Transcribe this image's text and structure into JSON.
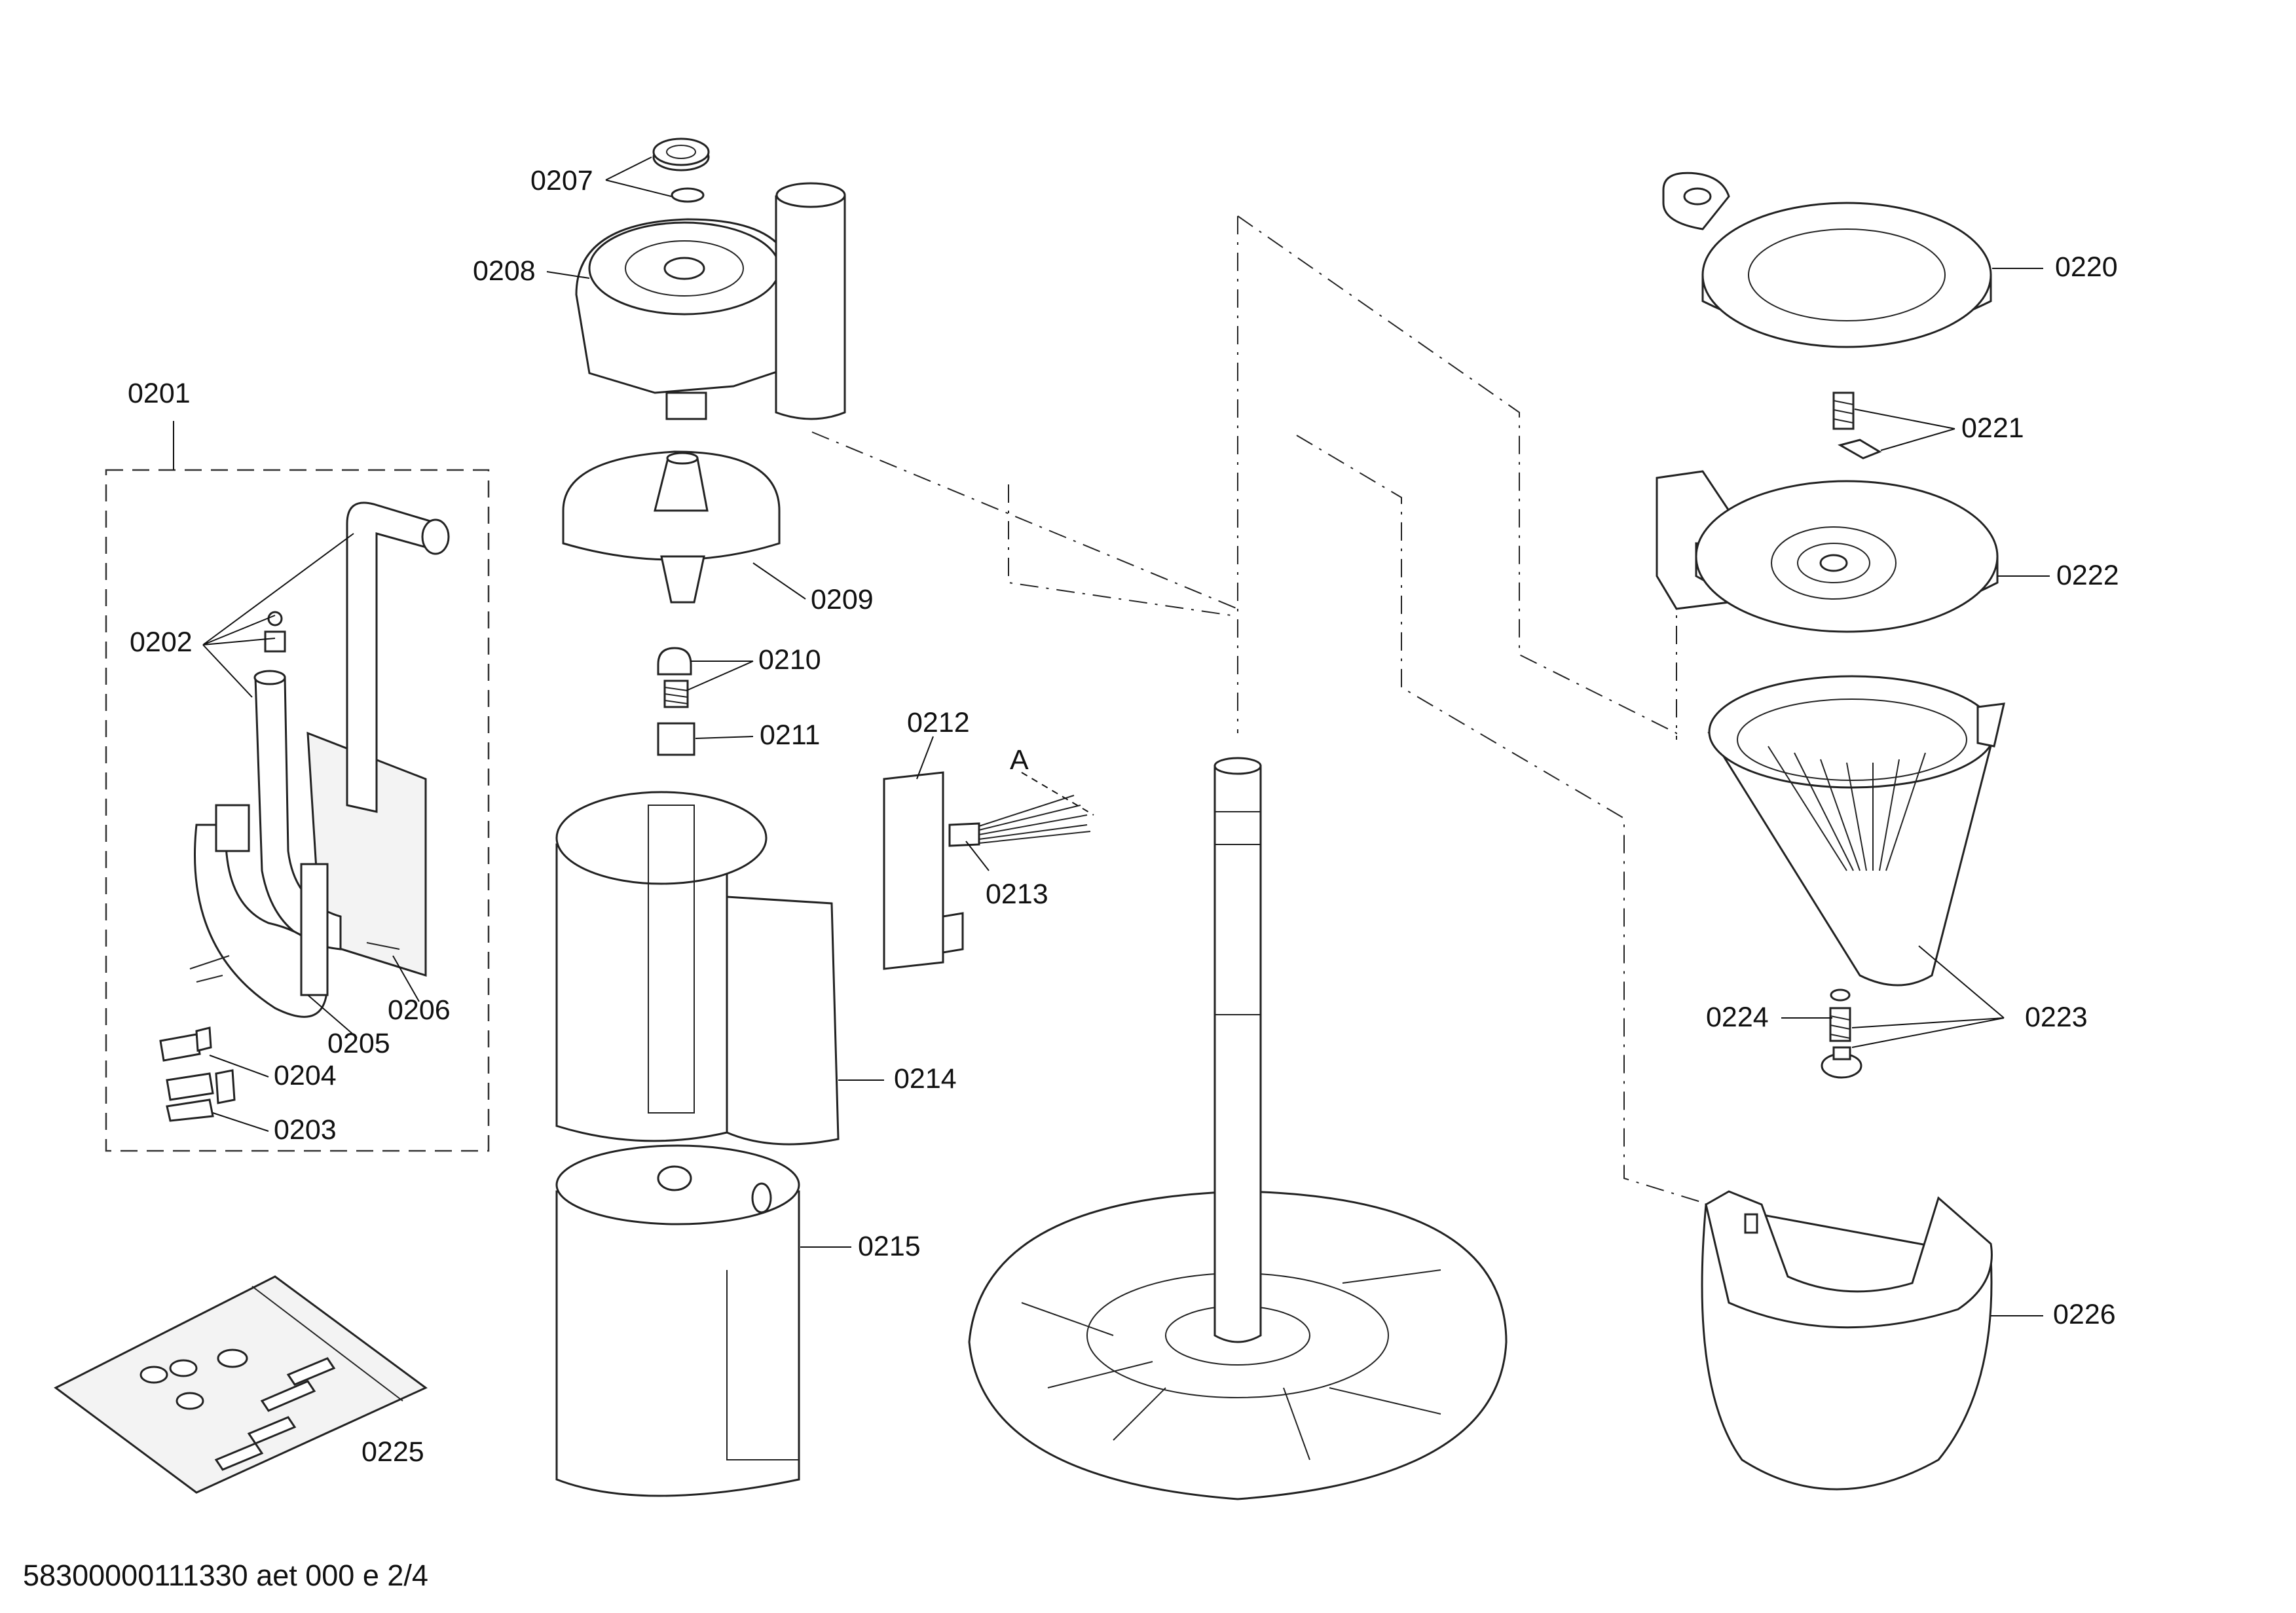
{
  "drawing": {
    "footer": "58300000111330 aet 000 e 2/4",
    "connector_mark": "A"
  },
  "parts": [
    {
      "id": "p0201",
      "label": "0201"
    },
    {
      "id": "p0202",
      "label": "0202"
    },
    {
      "id": "p0203",
      "label": "0203"
    },
    {
      "id": "p0204",
      "label": "0204"
    },
    {
      "id": "p0205",
      "label": "0205"
    },
    {
      "id": "p0206",
      "label": "0206"
    },
    {
      "id": "p0207",
      "label": "0207"
    },
    {
      "id": "p0208",
      "label": "0208"
    },
    {
      "id": "p0209",
      "label": "0209"
    },
    {
      "id": "p0210",
      "label": "0210"
    },
    {
      "id": "p0211",
      "label": "0211"
    },
    {
      "id": "p0212",
      "label": "0212"
    },
    {
      "id": "p0213",
      "label": "0213"
    },
    {
      "id": "p0214",
      "label": "0214"
    },
    {
      "id": "p0215",
      "label": "0215"
    },
    {
      "id": "p0220",
      "label": "0220"
    },
    {
      "id": "p0221",
      "label": "0221"
    },
    {
      "id": "p0222",
      "label": "0222"
    },
    {
      "id": "p0223",
      "label": "0223"
    },
    {
      "id": "p0224",
      "label": "0224"
    },
    {
      "id": "p0225",
      "label": "0225"
    },
    {
      "id": "p0226",
      "label": "0226"
    }
  ]
}
